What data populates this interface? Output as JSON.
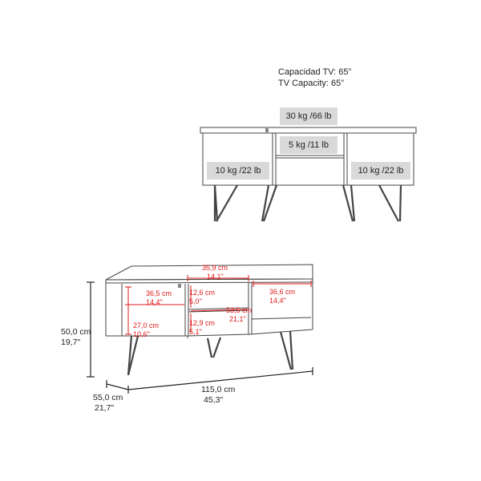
{
  "capacity": {
    "line_es": "Capacidad TV: 65”",
    "line_en": "TV Capacity: 65”"
  },
  "loads": {
    "top": "30 kg /66 lb",
    "center": "5 kg /11 lb",
    "left": "10 kg /22 lb",
    "right": "10 kg /22 lb"
  },
  "inner_dims": {
    "top_width_cm": "35,9 cm",
    "top_width_in": "14,1\"",
    "left_width_cm": "36,5 cm",
    "left_width_in": "14,4\"",
    "left_height_cm": "27,0 cm",
    "left_height_in": "10,6\"",
    "center_upper_h_cm": "12,6 cm",
    "center_upper_h_in": "5,0\"",
    "center_lower_h_cm": "12,9 cm",
    "center_lower_h_in": "5,1\"",
    "center_width_cm": "53,5 cm",
    "center_width_in": "21,1\"",
    "right_width_cm": "36,6 cm",
    "right_width_in": "14,4\""
  },
  "outer_dims": {
    "height_cm": "50,0 cm",
    "height_in": "19,7\"",
    "width_cm": "115,0 cm",
    "width_in": "45,3\"",
    "depth_cm": "55,0 cm",
    "depth_in": "21,7\""
  },
  "colors": {
    "line": "#444444",
    "label_box": "#d9d9d9",
    "dimension_red": "#e21b1b"
  }
}
